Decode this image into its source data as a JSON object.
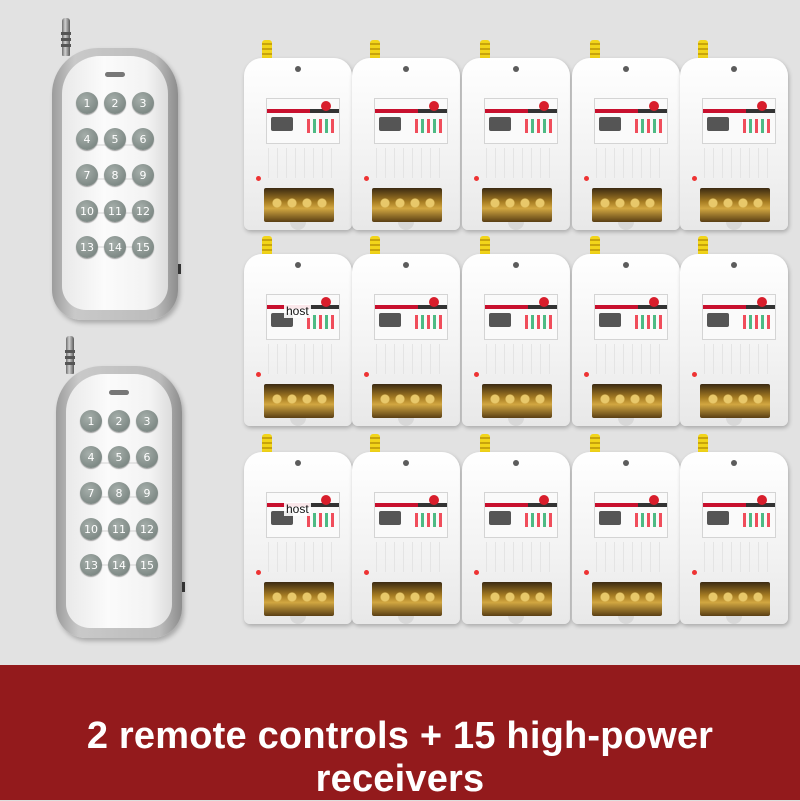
{
  "remote_keys": [
    "1",
    "2",
    "3",
    "4",
    "5",
    "6",
    "7",
    "8",
    "9",
    "10",
    "11",
    "12",
    "13",
    "14",
    "15"
  ],
  "host_label": "host",
  "banner": {
    "caption": "2 remote controls + 15 high-power receivers"
  }
}
